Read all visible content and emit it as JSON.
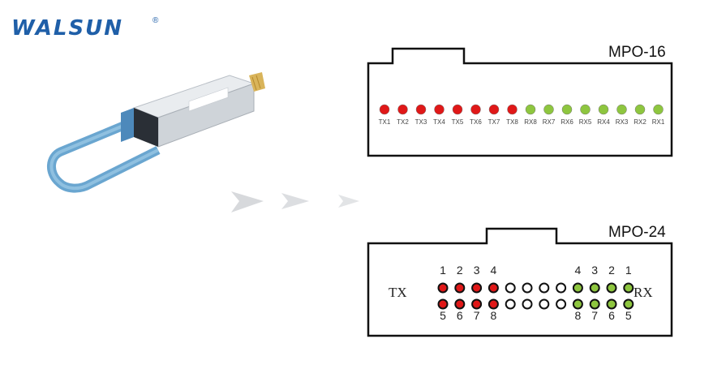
{
  "brand": {
    "name": "WALSUN",
    "registered": "®"
  },
  "mpo16": {
    "title": "MPO-16",
    "pins": [
      {
        "label": "TX1",
        "color": "#e01818"
      },
      {
        "label": "TX2",
        "color": "#e01818"
      },
      {
        "label": "TX3",
        "color": "#e01818"
      },
      {
        "label": "TX4",
        "color": "#e01818"
      },
      {
        "label": "TX5",
        "color": "#e01818"
      },
      {
        "label": "TX6",
        "color": "#e01818"
      },
      {
        "label": "TX7",
        "color": "#e01818"
      },
      {
        "label": "TX8",
        "color": "#e01818"
      },
      {
        "label": "RX8",
        "color": "#8ec63f"
      },
      {
        "label": "RX7",
        "color": "#8ec63f"
      },
      {
        "label": "RX6",
        "color": "#8ec63f"
      },
      {
        "label": "RX5",
        "color": "#8ec63f"
      },
      {
        "label": "RX4",
        "color": "#8ec63f"
      },
      {
        "label": "RX3",
        "color": "#8ec63f"
      },
      {
        "label": "RX2",
        "color": "#8ec63f"
      },
      {
        "label": "RX1",
        "color": "#8ec63f"
      }
    ]
  },
  "mpo24": {
    "title": "MPO-24",
    "tx_label": "TX",
    "rx_label": "RX",
    "top_row": [
      "red",
      "red",
      "red",
      "red",
      "empty",
      "empty",
      "empty",
      "empty",
      "green",
      "green",
      "green",
      "green"
    ],
    "bottom_row": [
      "red",
      "red",
      "red",
      "red",
      "empty",
      "empty",
      "empty",
      "empty",
      "green",
      "green",
      "green",
      "green"
    ],
    "top_numbers": [
      "1",
      "2",
      "3",
      "4",
      "",
      "",
      "",
      "",
      "4",
      "3",
      "2",
      "1"
    ],
    "bottom_numbers": [
      "5",
      "6",
      "7",
      "8",
      "",
      "",
      "",
      "",
      "8",
      "7",
      "6",
      "5"
    ],
    "colors": {
      "red": "#e01818",
      "green": "#8ec63f",
      "empty": "#ffffff"
    }
  },
  "colors": {
    "brand": "#1f5fa8",
    "pull_tab": "#6aa6d0"
  }
}
